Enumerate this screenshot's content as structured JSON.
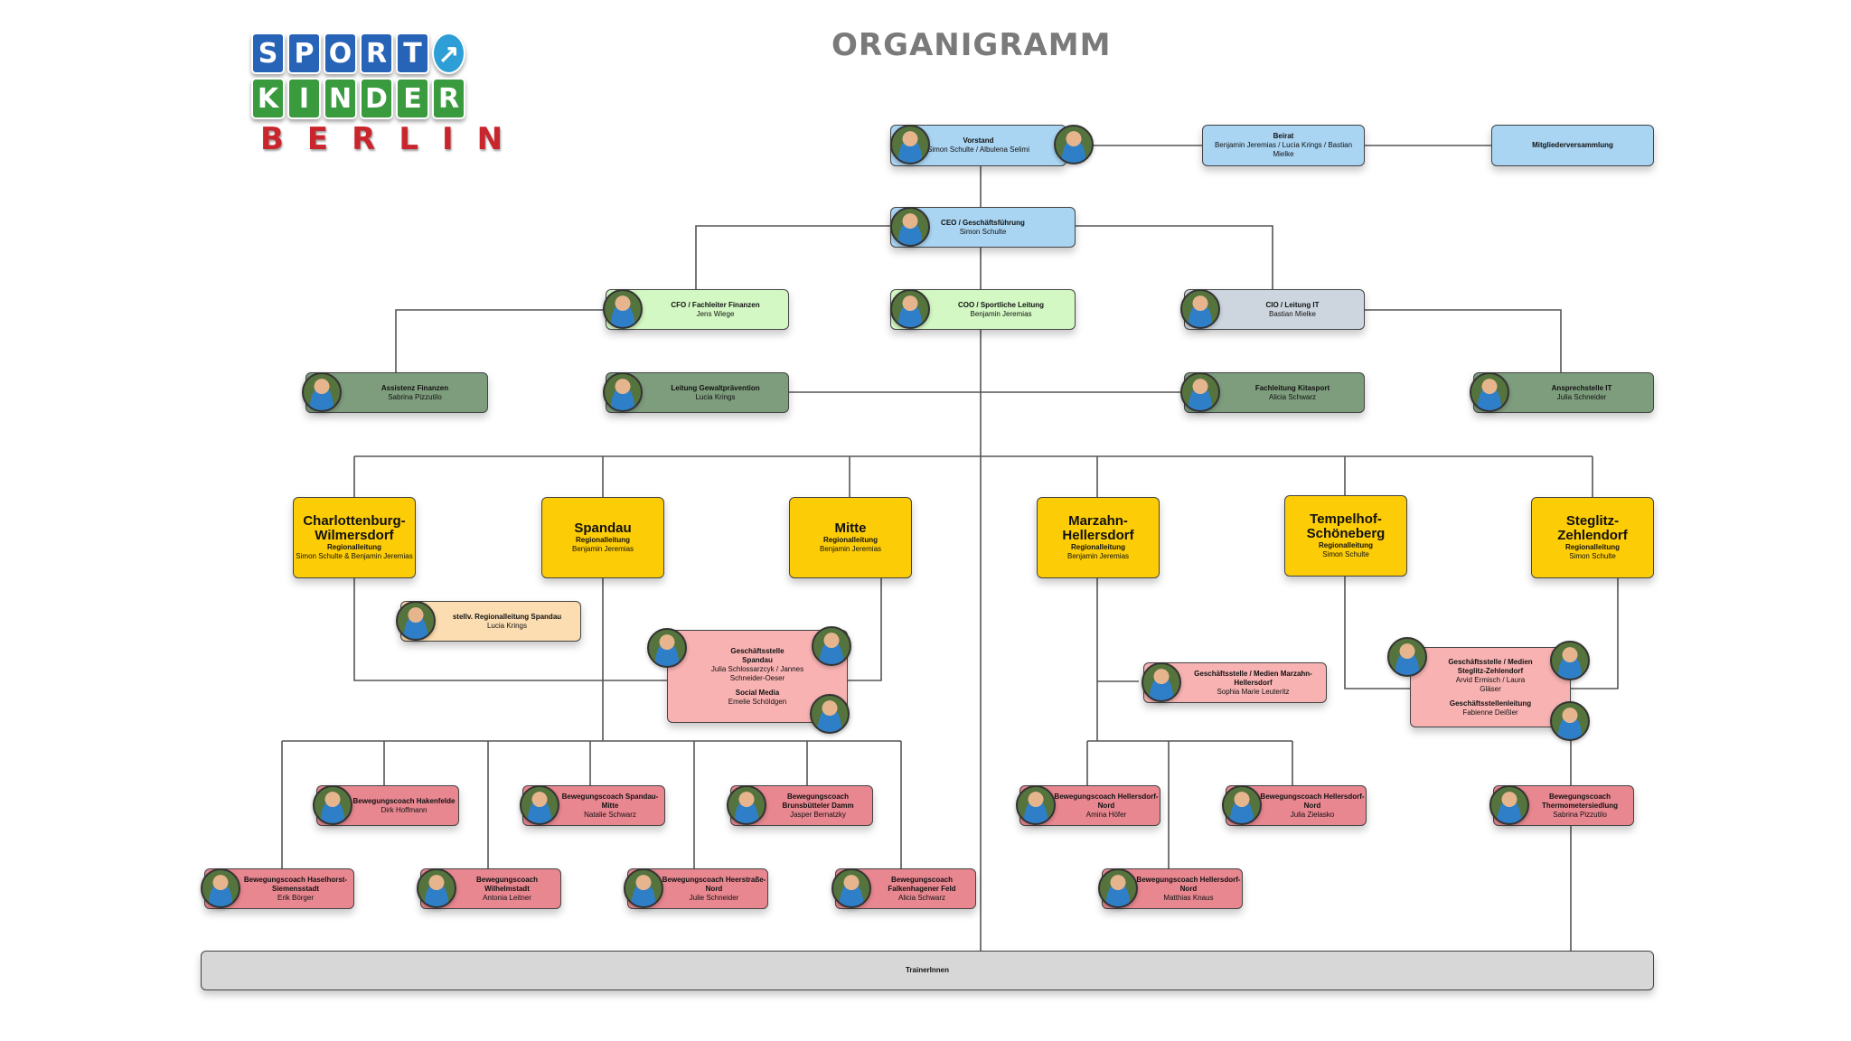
{
  "title": "ORGANIGRAMM",
  "logo": {
    "row1": [
      "S",
      "P",
      "O",
      "R",
      "T",
      "↗"
    ],
    "row2": [
      "K",
      "I",
      "N",
      "D",
      "E",
      "R"
    ],
    "row3": [
      "B",
      "E",
      "R",
      "L",
      "I",
      "N"
    ]
  },
  "vorstand": {
    "role": "Vorstand",
    "names": "Simon Schulte / Albulena Selimi"
  },
  "beirat": {
    "role": "Beirat",
    "names": "Benjamin Jeremias / Lucia Krings / Bastian Mielke"
  },
  "mitglieder": {
    "role": "Mitgliederversammlung"
  },
  "ceo": {
    "role": "CEO / Geschäftsführung",
    "names": "Simon Schulte"
  },
  "cfo": {
    "role": "CFO / Fachleiter Finanzen",
    "names": "Jens Wiege"
  },
  "coo": {
    "role": "COO / Sportliche Leitung",
    "names": "Benjamin Jeremias"
  },
  "cio": {
    "role": "CIO / Leitung IT",
    "names": "Bastian Mielke"
  },
  "assistenz": {
    "role": "Assistenz Finanzen",
    "names": "Sabrina Pizzutilo"
  },
  "gewalt": {
    "role": "Leitung Gewaltprävention",
    "names": "Lucia Krings"
  },
  "kitasport": {
    "role": "Fachleitung Kitasport",
    "names": "Alicia Schwarz"
  },
  "it_contact": {
    "role": "Ansprechstelle IT",
    "names": "Julia Schneider"
  },
  "regions": {
    "charlottenburg": {
      "name": "Charlottenburg-Wilmersdorf",
      "role": "Regionalleitung",
      "names": "Simon Schulte & Benjamin Jeremias"
    },
    "spandau": {
      "name": "Spandau",
      "role": "Regionalleitung",
      "names": "Benjamin Jeremias"
    },
    "mitte": {
      "name": "Mitte",
      "role": "Regionalleitung",
      "names": "Benjamin Jeremias"
    },
    "marzahn": {
      "name": "Marzahn-Hellersdorf",
      "role": "Regionalleitung",
      "names": "Benjamin Jeremias"
    },
    "tempelhof": {
      "name": "Tempelhof-Schöneberg",
      "role": "Regionalleitung",
      "names": "Simon Schulte"
    },
    "steglitz": {
      "name": "Steglitz-Zehlendorf",
      "role": "Regionalleitung",
      "names": "Simon Schulte"
    }
  },
  "stellv_spandau": {
    "role": "stellv. Regionalleitung Spandau",
    "names": "Lucia Krings"
  },
  "gs_spandau": {
    "role": "Geschäftsstelle Spandau",
    "names": "Julia Schlossarzcyk / Jannes Schneider-Oeser",
    "role2": "Social Media",
    "names2": "Emelie Schöldgen"
  },
  "gs_marzahn": {
    "role": "Geschäftsstelle / Medien Marzahn-Hellersdorf",
    "names": "Sophia Marie Leuteritz"
  },
  "gs_steglitz": {
    "role": "Geschäftsstelle / Medien Steglitz-Zehlendorf",
    "names": "Arvid Ermisch / Laura Gläser",
    "role2": "Geschäftsstellenleitung",
    "names2": "Fabienne Deißler"
  },
  "coaches": {
    "hakenfelde": {
      "role": "Bewegungscoach Hakenfelde",
      "names": "Dirk Hoffmann"
    },
    "spandau_mitte": {
      "role": "Bewegungscoach Spandau-Mitte",
      "names": "Natalie Schwarz"
    },
    "brunsbuettel": {
      "role": "Bewegungscoach Brunsbütteler Damm",
      "names": "Jasper Bernatzky"
    },
    "haselhorst": {
      "role": "Bewegungscoach Haselhorst-Siemensstadt",
      "names": "Erik Börger"
    },
    "wilhelmstadt": {
      "role": "Bewegungscoach Wilhelmstadt",
      "names": "Antonia Leitner"
    },
    "heerstrasse": {
      "role": "Bewegungscoach Heerstraße-Nord",
      "names": "Julie Schneider"
    },
    "falkenhagener": {
      "role": "Bewegungscoach Falkenhagener Feld",
      "names": "Alicia Schwarz"
    },
    "hellersdorf1": {
      "role": "Bewegungscoach Hellersdorf-Nord",
      "names": "Amina Höfer"
    },
    "hellersdorf2": {
      "role": "Bewegungscoach Hellersdorf-Nord",
      "names": "Julia Zielasko"
    },
    "hellersdorf3": {
      "role": "Bewegungscoach Hellersdorf-Nord",
      "names": "Matthias Knaus"
    },
    "thermometer": {
      "role": "Bewegungscoach Thermometersiedlung",
      "names": "Sabrina Pizzutilo"
    }
  },
  "trainer": {
    "label": "TrainerInnen"
  },
  "colors": {
    "blue": "#a9d4f2",
    "light_green": "#d3f8c4",
    "gray": "#cdd6df",
    "dark_green": "#7e9d7d",
    "yellow": "#fccc07",
    "peach": "#fbddb1",
    "pink": "#f8b2b2",
    "rose": "#e88790"
  }
}
